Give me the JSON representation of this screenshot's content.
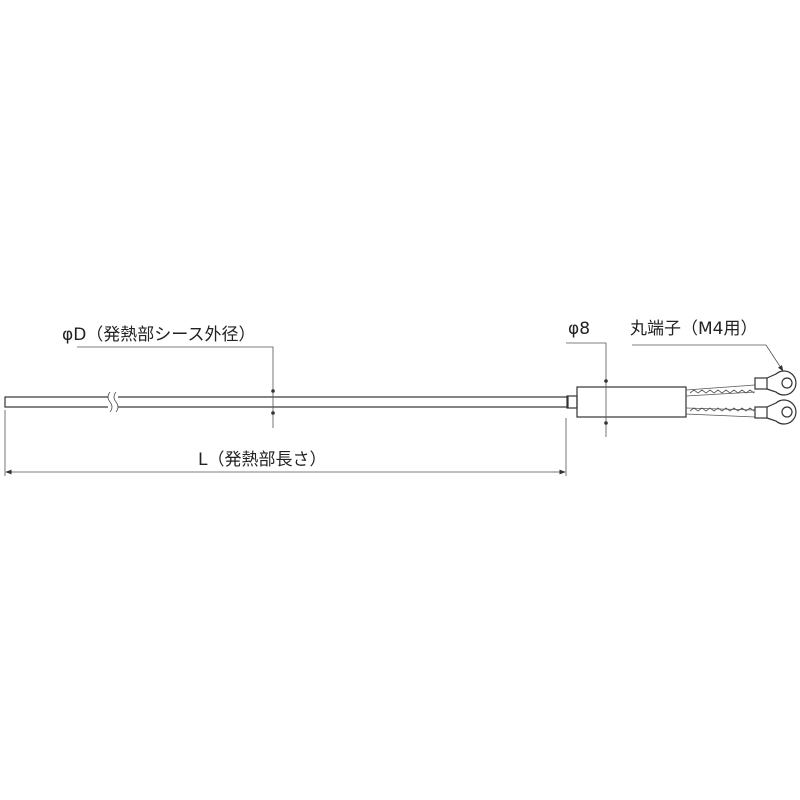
{
  "labels": {
    "sheath_diameter": "φD（発熱部シース外径）",
    "lead_diameter": "φ8",
    "terminal": "丸端子（M4用）",
    "length": "L（発熱部長さ）"
  },
  "colors": {
    "line": "#333333",
    "background": "#ffffff"
  }
}
